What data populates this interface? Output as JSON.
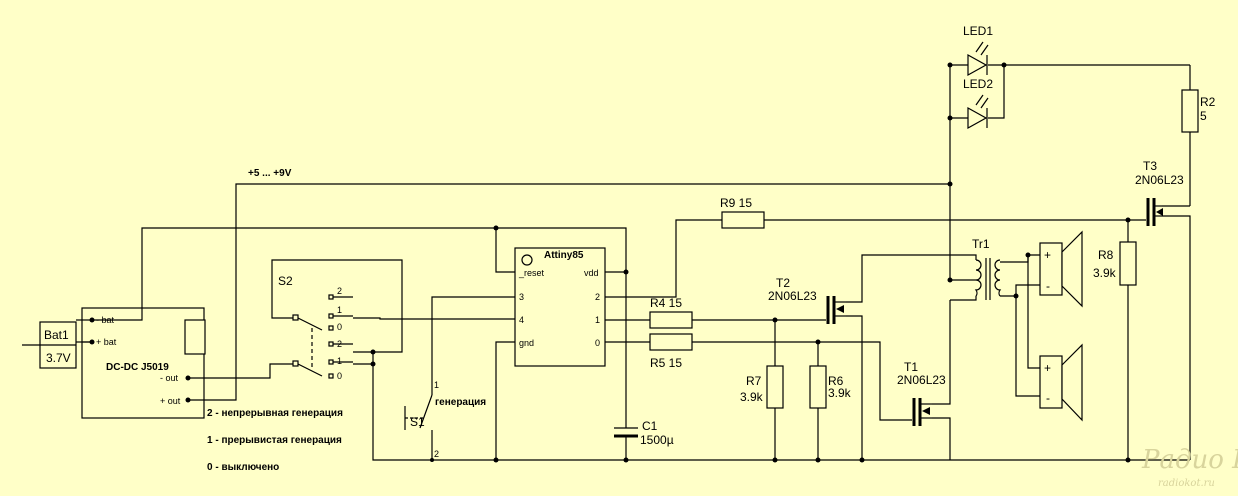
{
  "colors": {
    "background": "#ffffc8",
    "line": "#000000",
    "watermark": "#d8d49c"
  },
  "battery": {
    "ref": "Bat1",
    "voltage": "3.7V"
  },
  "dcdc": {
    "name": "DC-DC J5019",
    "pins": {
      "minus_bat": "- bat",
      "plus_bat": "+ bat",
      "minus_out": "- out",
      "plus_out": "+ out"
    }
  },
  "supply_label": "+5 ... +9V",
  "switch_s2": {
    "ref": "S2",
    "positions_top": [
      "2",
      "1",
      "0"
    ],
    "positions_bottom": [
      "2",
      "1",
      "0"
    ]
  },
  "button_s1": {
    "ref": "S1",
    "pin1": "1",
    "pin2": "2",
    "net": "генерация"
  },
  "mcu": {
    "name": "Attiny85",
    "left_pins": [
      "_reset",
      "3",
      "4",
      "gnd"
    ],
    "right_pins": [
      "vdd",
      "2",
      "1",
      "0"
    ]
  },
  "capacitor": {
    "ref": "C1",
    "value": "1500µ"
  },
  "resistors": [
    {
      "ref": "R9",
      "value": "15",
      "text": "R9 15"
    },
    {
      "ref": "R4",
      "value": "15",
      "text": "R4 15"
    },
    {
      "ref": "R5",
      "value": "15",
      "text": "R5  15"
    },
    {
      "ref": "R7",
      "value": "3.9k"
    },
    {
      "ref": "R6",
      "value": "3.9k"
    },
    {
      "ref": "R8",
      "value": "3.9k"
    },
    {
      "ref": "R2",
      "value": "5"
    }
  ],
  "transistors": [
    {
      "ref": "T1",
      "part": "2N06L23"
    },
    {
      "ref": "T2",
      "part": "2N06L23"
    },
    {
      "ref": "T3",
      "part": "2N06L23"
    }
  ],
  "transformer": {
    "ref": "Tr1"
  },
  "leds": [
    "LED1",
    "LED2"
  ],
  "speaker_pins": {
    "plus": "+",
    "minus": "-"
  },
  "legend": [
    "2 - непрерывная генерация",
    "1 - прерывистая генерация",
    "0 - выключено"
  ],
  "watermark": {
    "brand": "Радио КОТ",
    "site": "radiokot.ru"
  }
}
